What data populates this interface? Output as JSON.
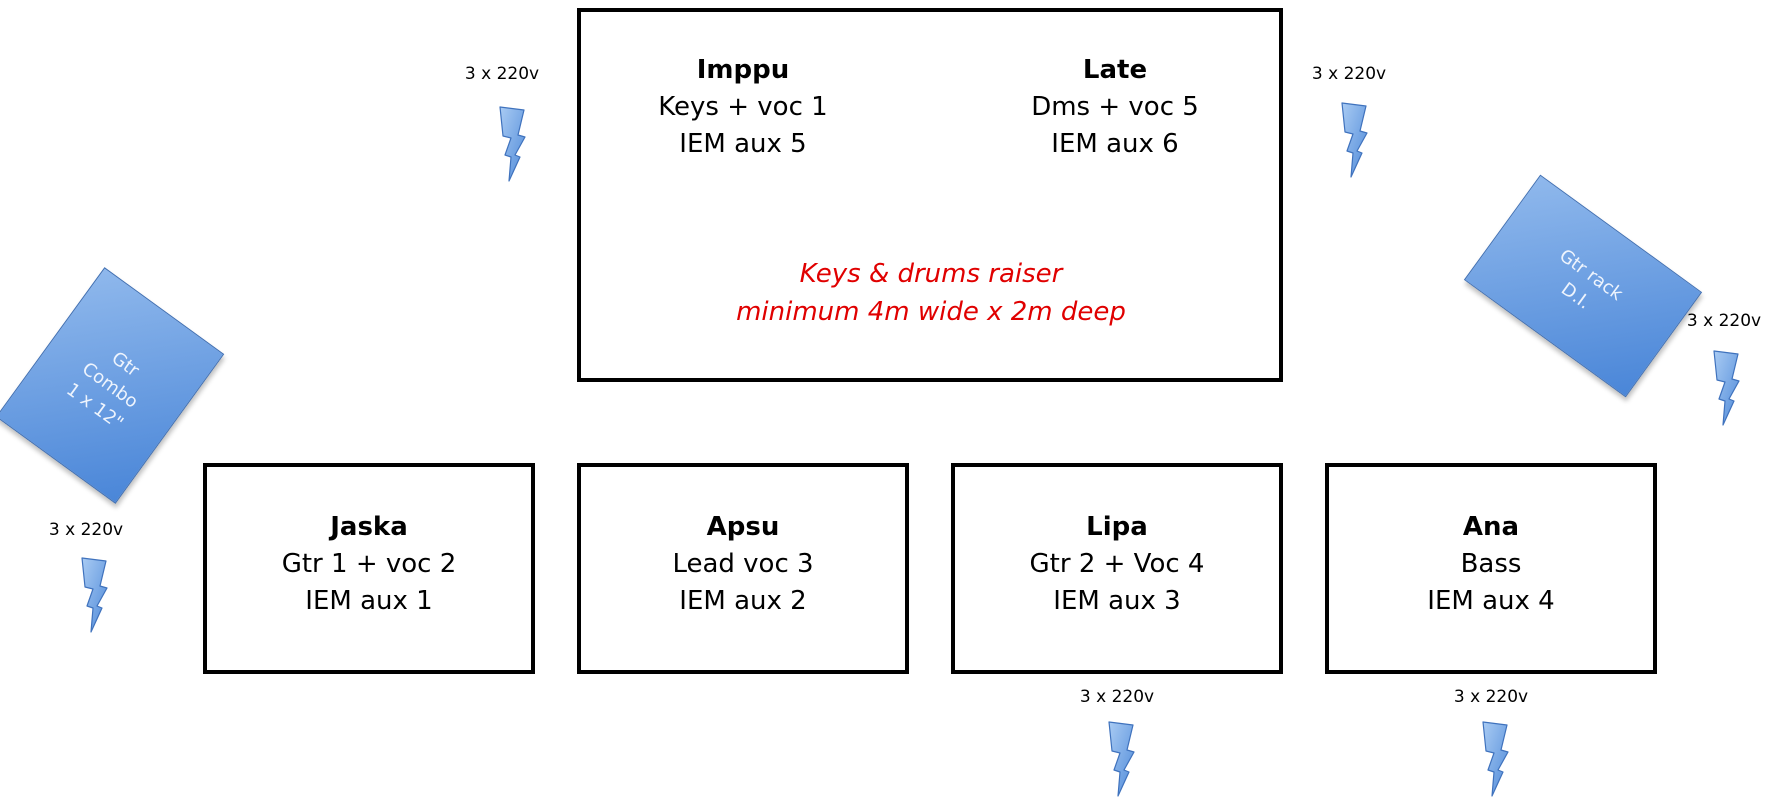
{
  "raiser": {
    "line1": "Keys & drums raiser",
    "line2": "minimum 4m wide x 2m deep"
  },
  "players": {
    "imppu": {
      "name": "Imppu",
      "role": "Keys + voc 1",
      "iem": "IEM aux 5"
    },
    "late": {
      "name": "Late",
      "role": "Dms + voc 5",
      "iem": "IEM aux 6"
    },
    "jaska": {
      "name": "Jaska",
      "role": "Gtr 1 + voc 2",
      "iem": "IEM aux 1"
    },
    "apsu": {
      "name": "Apsu",
      "role": "Lead voc 3",
      "iem": "IEM aux 2"
    },
    "lipa": {
      "name": "Lipa",
      "role": "Gtr 2 + Voc 4",
      "iem": "IEM aux 3"
    },
    "ana": {
      "name": "Ana",
      "role": "Bass",
      "iem": "IEM aux 4"
    }
  },
  "power": {
    "label": "3 x 220v",
    "icon": "lightning-bolt-icon",
    "color": "#6aa0e6"
  },
  "gear": {
    "gtr_combo": {
      "line1": "Gtr",
      "line2": "Combo",
      "line3": "1 x 12\""
    },
    "gtr_rack": {
      "line1": "Gtr rack",
      "line2": "D.I."
    }
  },
  "colors": {
    "raiser_text": "#e00000",
    "gear_fill": "#5b93de",
    "outline": "#000000"
  }
}
